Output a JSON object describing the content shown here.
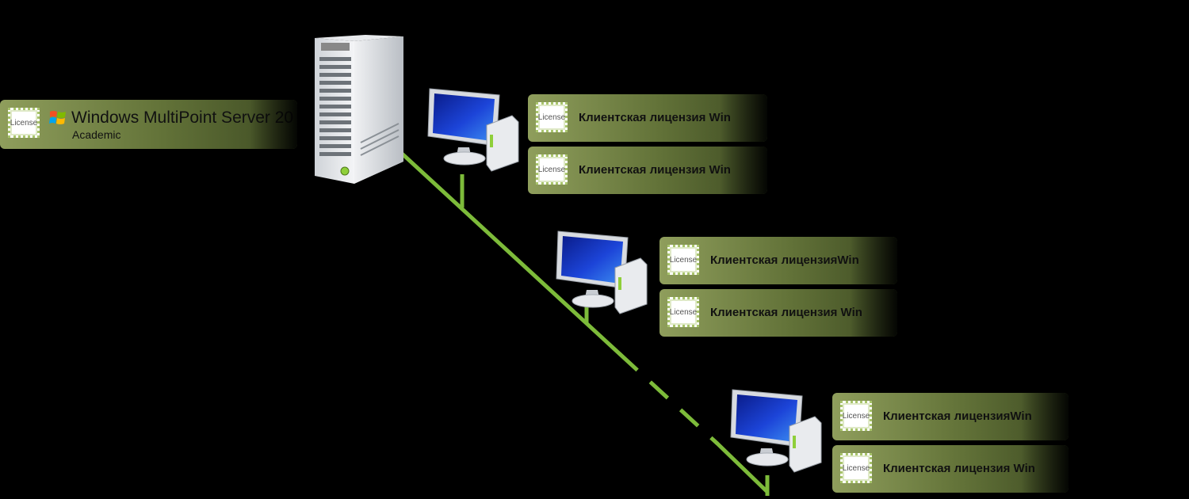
{
  "server": {
    "product_name": "Windows MultiPoint Server 20",
    "edition": "Academic",
    "license_badge": "License",
    "icon": "server-tower-icon"
  },
  "clients": [
    {
      "icon": "desktop-computer-icon",
      "licenses": [
        {
          "badge": "License",
          "label": "Клиентская лицензия Win"
        },
        {
          "badge": "License",
          "label": "Клиентская лицензия Win"
        }
      ]
    },
    {
      "icon": "desktop-computer-icon",
      "licenses": [
        {
          "badge": "License",
          "label": "Клиентская лицензияWin"
        },
        {
          "badge": "License",
          "label": "Клиентская лицензия Win"
        }
      ]
    },
    {
      "icon": "desktop-computer-icon",
      "licenses": [
        {
          "badge": "License",
          "label": "Клиентская лицензияWin"
        },
        {
          "badge": "License",
          "label": "Клиентская лицензия Win"
        }
      ]
    }
  ],
  "colors": {
    "background": "#000000",
    "network_line": "#7dbb3a",
    "bar_green": "#627238"
  }
}
